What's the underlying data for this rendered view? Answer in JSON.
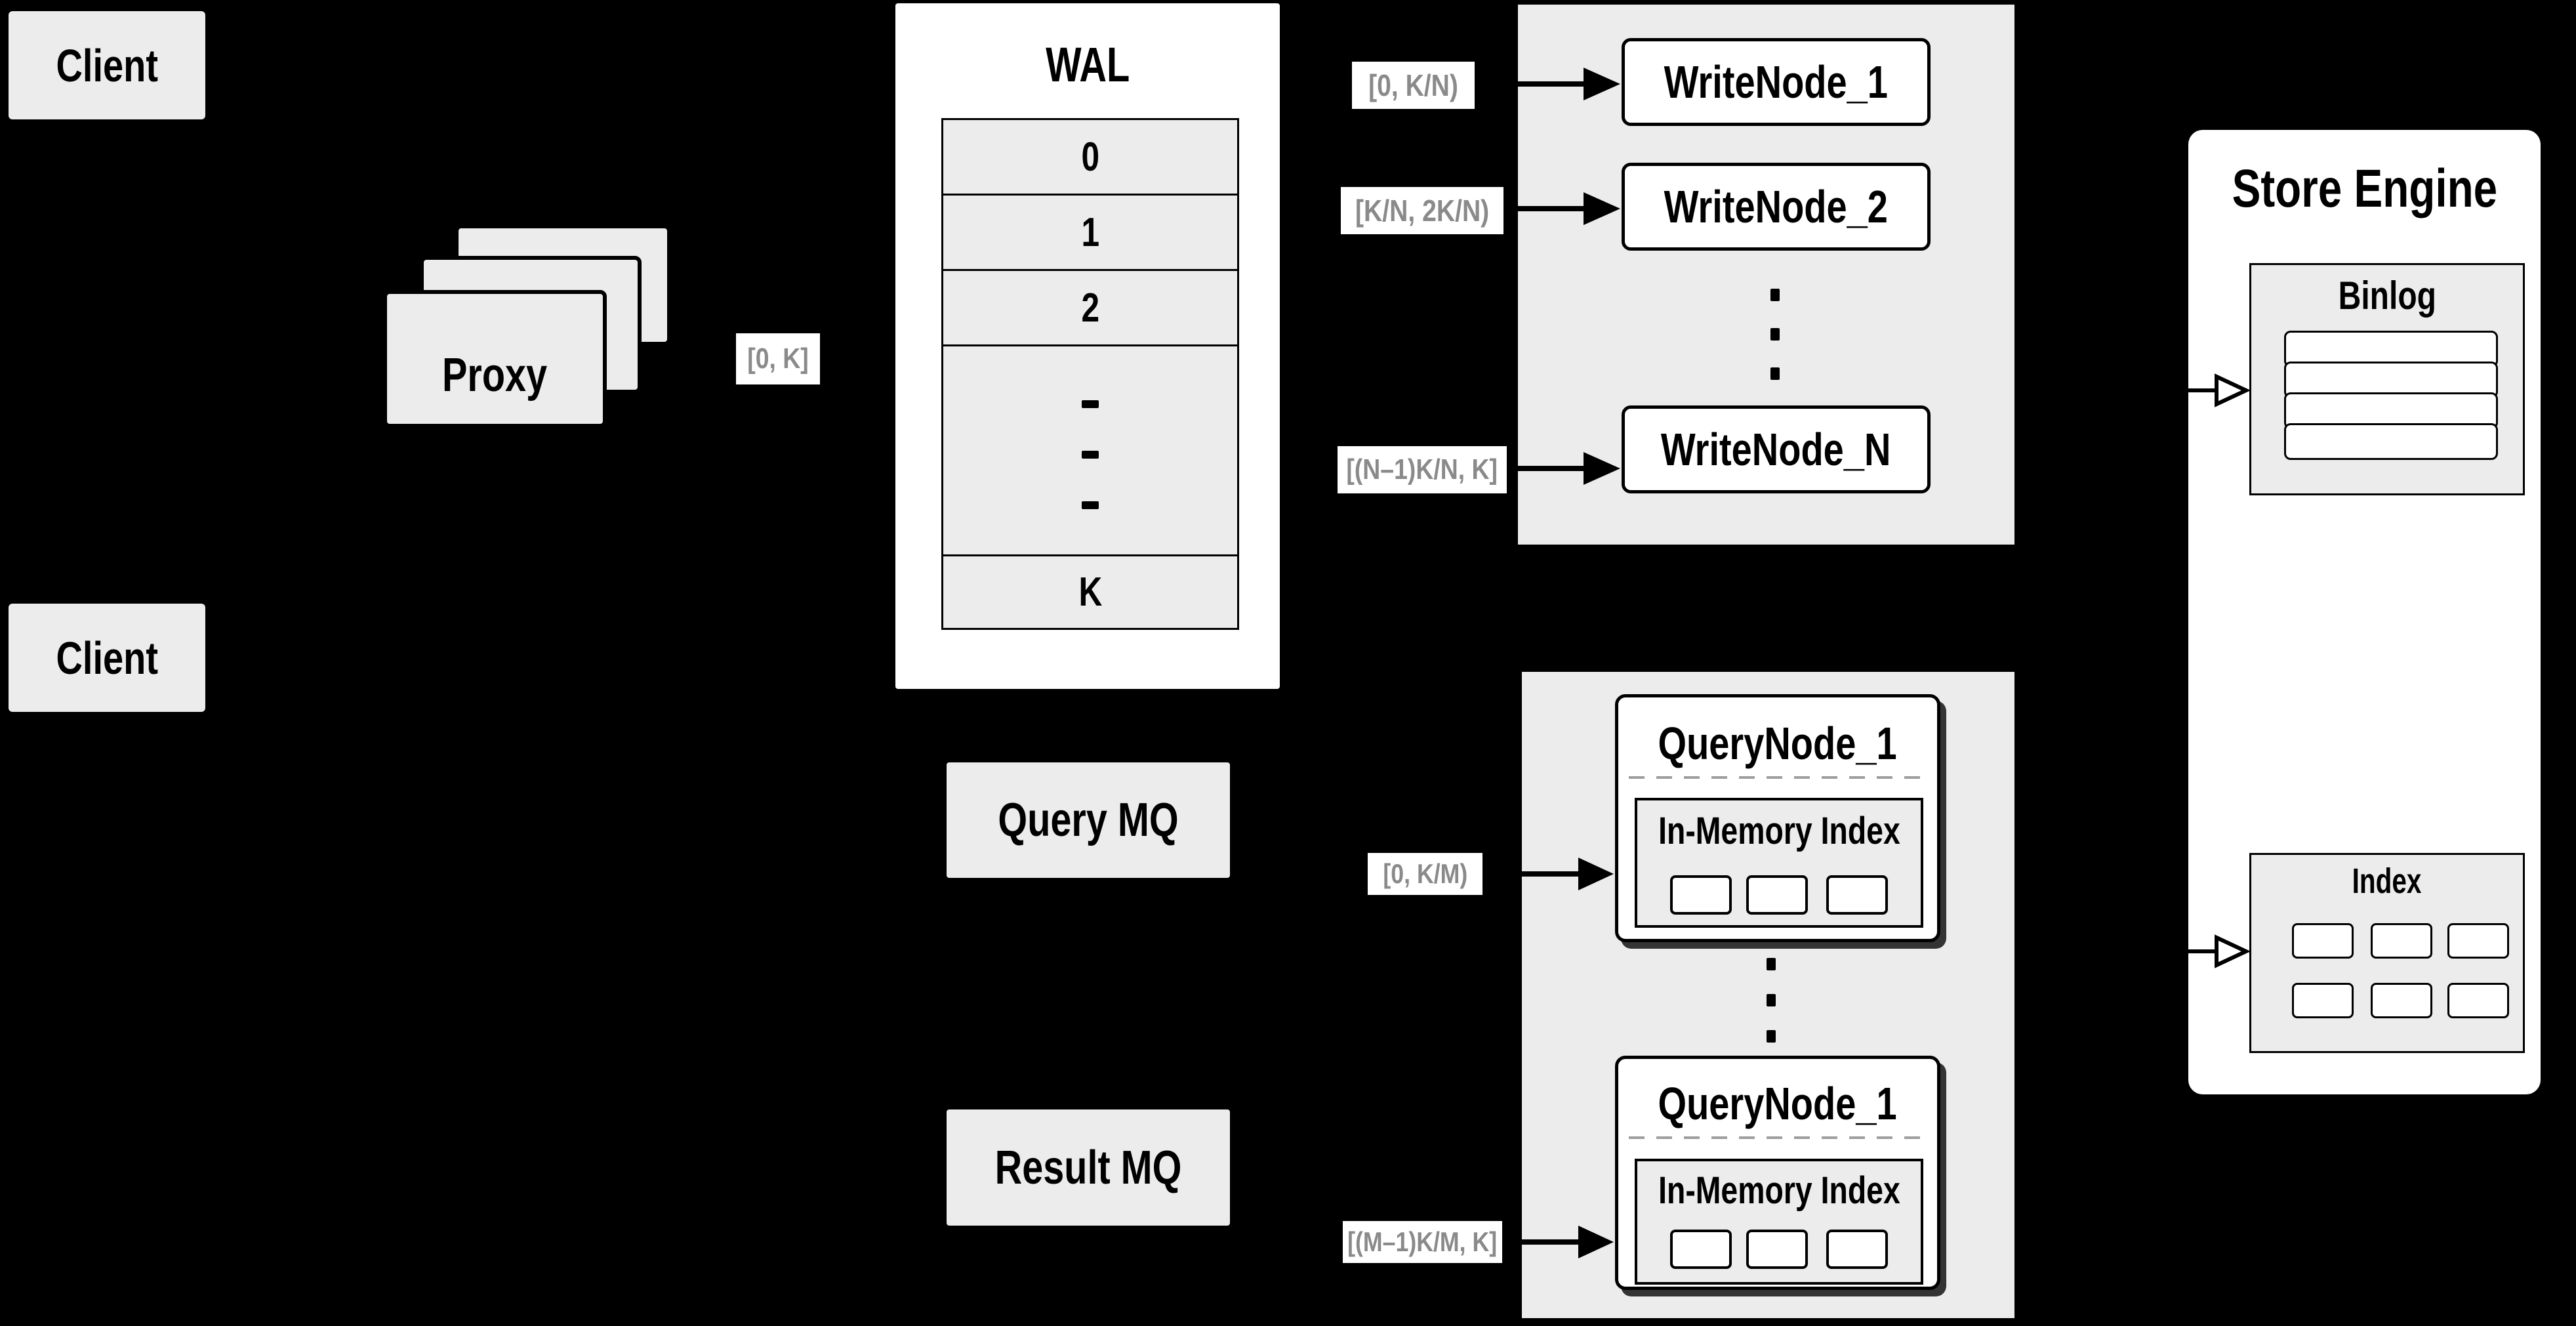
{
  "colors": {
    "background": "#000000",
    "panel_gray": "#ececec",
    "box_white": "#ffffff",
    "line_black": "#000000",
    "range_label_text": "#8a8a8a",
    "dashed_separator": "#9e9e9e"
  },
  "clients": {
    "top": "Client",
    "bottom": "Client"
  },
  "proxy": {
    "label": "Proxy"
  },
  "range_labels": {
    "proxy_wal": "[0, K]",
    "write_1": "[0, K/N)",
    "write_2": "[K/N, 2K/N)",
    "write_n": "[(N–1)K/N, K]",
    "query_1": "[0, K/M)",
    "query_m": "[(M–1)K/M, K]"
  },
  "wal": {
    "title": "WAL",
    "rows": [
      "0",
      "1",
      "2",
      "K"
    ]
  },
  "write_nodes": [
    "WriteNode_1",
    "WriteNode_2",
    "WriteNode_N"
  ],
  "mq": {
    "query": "Query MQ",
    "result": "Result MQ"
  },
  "query_nodes": [
    {
      "title": "QueryNode_1",
      "index_label": "In-Memory Index"
    },
    {
      "title": "QueryNode_1",
      "index_label": "In-Memory Index"
    }
  ],
  "store_engine": {
    "title": "Store Engine",
    "binlog": "Binlog",
    "index": "Index"
  }
}
